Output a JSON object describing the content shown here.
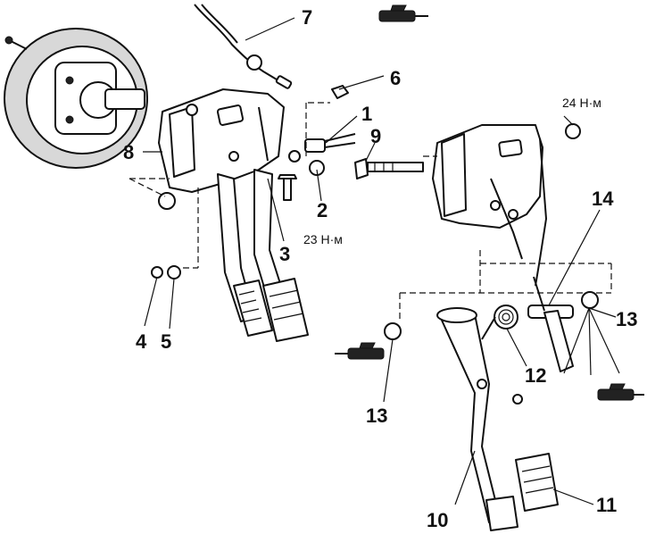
{
  "callouts": {
    "c1": "1",
    "c2": "2",
    "c3": "3",
    "c4": "4",
    "c5": "5",
    "c6": "6",
    "c7": "7",
    "c8": "8",
    "c9": "9",
    "c10": "10",
    "c11": "11",
    "c12": "12",
    "c13a": "13",
    "c13b": "13",
    "c14": "14"
  },
  "torque": {
    "t1": "24 Н·м",
    "t2": "23 Н·м"
  },
  "icons": [
    "grease-gun-icon",
    "grease-gun-icon",
    "grease-gun-icon",
    "grease-gun-icon"
  ]
}
